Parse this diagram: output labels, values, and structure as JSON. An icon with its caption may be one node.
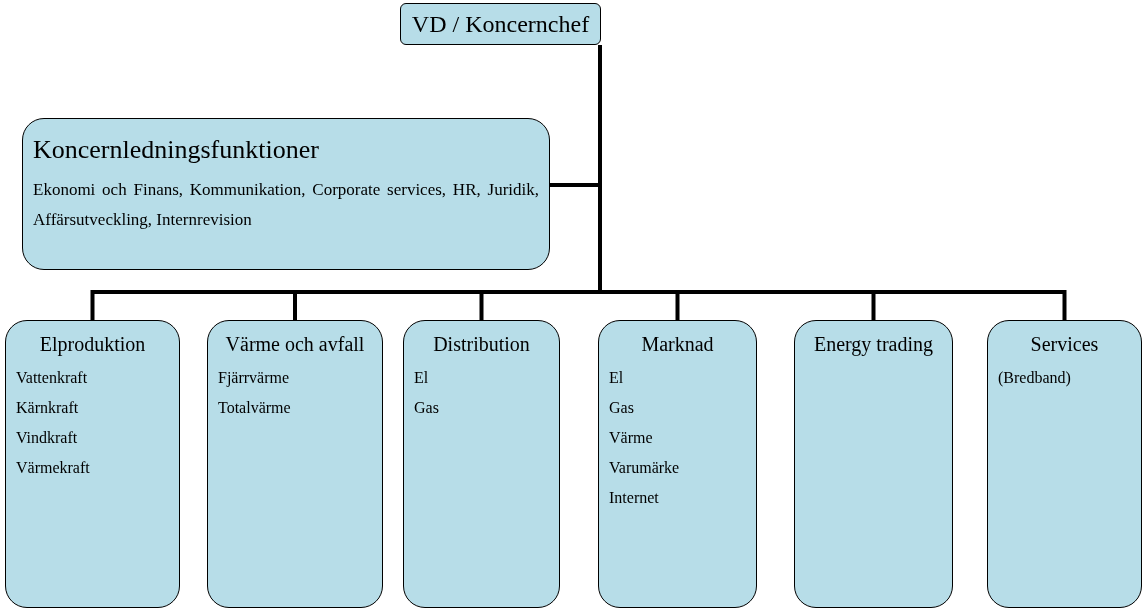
{
  "diagram": {
    "nodes": [
      {
        "text": [
          "VD / Koncernchef"
        ]
      },
      {
        "text": [
          "Koncernledningsfunktioner",
          "Ekonomi och Finans, Kommunikation, Corporate services, HR, Juridik, Affärsutveckling, Internrevision"
        ]
      },
      {
        "text": [
          "Elproduktion",
          "Vattenkraft",
          "Kärnkraft",
          "Vindkraft",
          "Värmekraft"
        ]
      },
      {
        "text": [
          "Värme och avfall",
          "Fjärrvärme",
          "Totalvärme"
        ]
      },
      {
        "text": [
          "Distribution",
          "El",
          "Gas"
        ]
      },
      {
        "text": [
          "Marknad",
          "El",
          "Gas",
          "Värme",
          "Varumärke",
          "Internet"
        ]
      },
      {
        "text": [
          "Energy trading"
        ]
      },
      {
        "text": [
          "Services",
          "(Bredband)"
        ]
      }
    ],
    "edges": [
      {
        "from": 0,
        "to": 1,
        "arrow": "none"
      },
      {
        "from": 0,
        "to": 2,
        "arrow": "none"
      },
      {
        "from": 0,
        "to": 3,
        "arrow": "none"
      },
      {
        "from": 0,
        "to": 4,
        "arrow": "none"
      },
      {
        "from": 0,
        "to": 5,
        "arrow": "none"
      },
      {
        "from": 0,
        "to": 6,
        "arrow": "none"
      },
      {
        "from": 0,
        "to": 7,
        "arrow": "none"
      }
    ]
  }
}
